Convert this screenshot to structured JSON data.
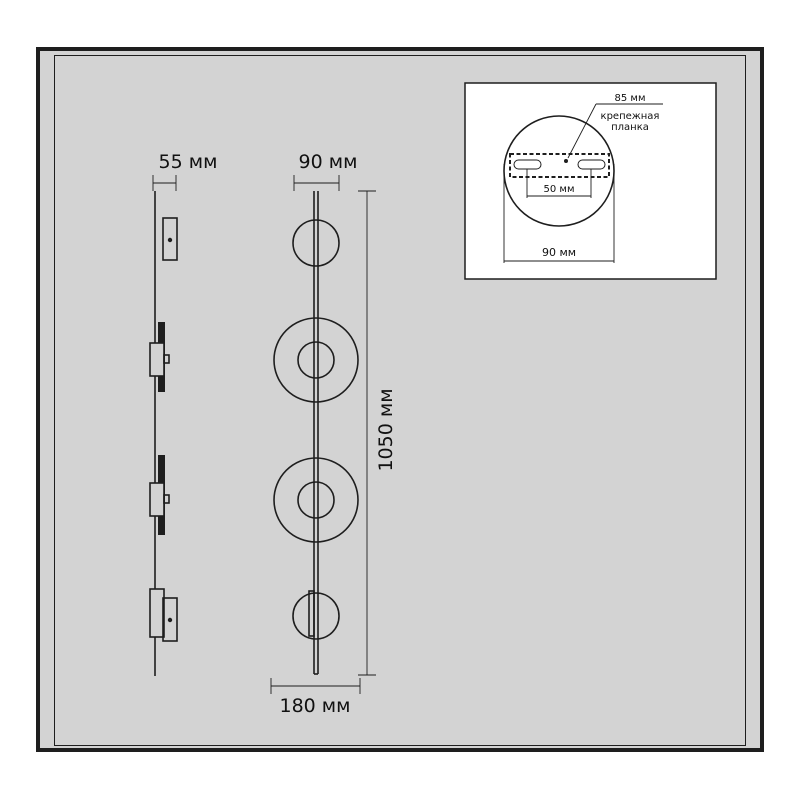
{
  "dimensions": {
    "side_depth": "55 мм",
    "front_width": "90 мм",
    "height": "1050 мм",
    "bottom_width": "180 мм"
  },
  "mount_inset": {
    "diameter": "85 мм",
    "plate_label_line1": "крепежная",
    "plate_label_line2": "планка",
    "hole_spacing": "50 мм",
    "base_width": "90 мм"
  }
}
